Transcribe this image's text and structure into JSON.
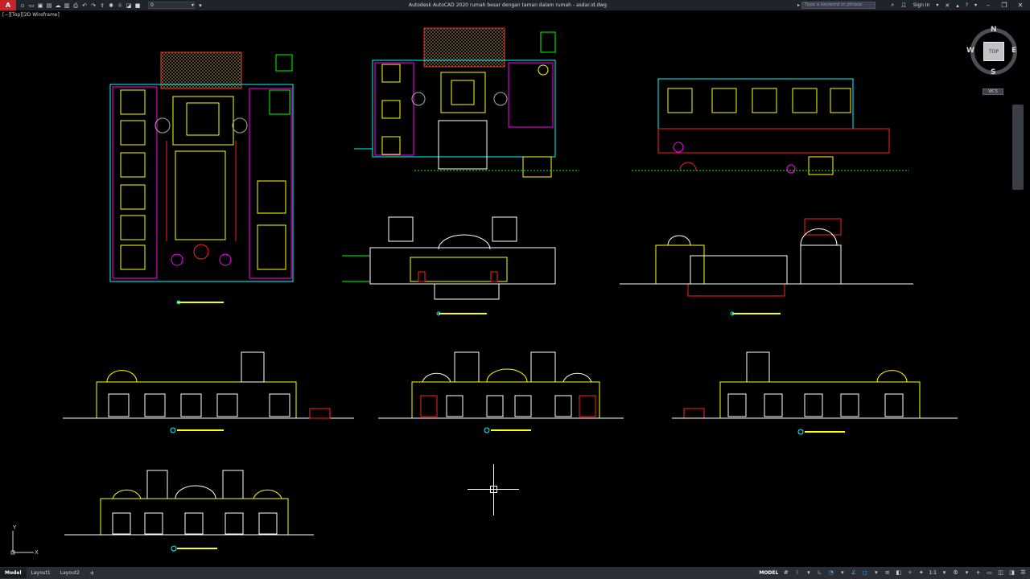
{
  "titlebar": {
    "app_logo": "A",
    "layer_value": "0",
    "title": "Autodesk AutoCAD 2020    rumah besar dengan taman dalam rumah - asdar.id.dwg",
    "search_placeholder": "Type a keyword or phrase",
    "sign_in": "Sign In",
    "help": "?"
  },
  "viewport": {
    "label": "[−][Top][2D Wireframe]"
  },
  "viewcube": {
    "face": "TOP",
    "north": "N",
    "south": "S",
    "east": "E",
    "west": "W",
    "wcs": "WCS"
  },
  "ucs": {
    "x": "X",
    "y": "Y"
  },
  "statusbar": {
    "tabs": [
      {
        "label": "Model"
      },
      {
        "label": "Layout1"
      },
      {
        "label": "Layout2"
      },
      {
        "label": "+"
      }
    ],
    "model": "MODEL",
    "scale": "1:1"
  },
  "colors": {
    "background": "#000000",
    "cyan": "#00ffff",
    "yellow": "#ffff00",
    "green": "#00ff00",
    "red": "#ff2020",
    "magenta": "#ff00ff",
    "white": "#ffffff",
    "brown": "#c87030"
  }
}
